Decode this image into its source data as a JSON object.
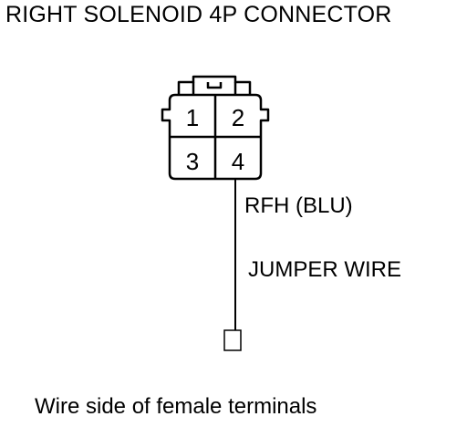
{
  "title": "RIGHT SOLENOID 4P CONNECTOR",
  "connector": {
    "pins": [
      "1",
      "2",
      "3",
      "4"
    ]
  },
  "wire_label": "RFH (BLU)",
  "jumper_label": "JUMPER WIRE",
  "caption": "Wire side of female terminals",
  "colors": {
    "line": "#000000",
    "background": "#ffffff"
  }
}
